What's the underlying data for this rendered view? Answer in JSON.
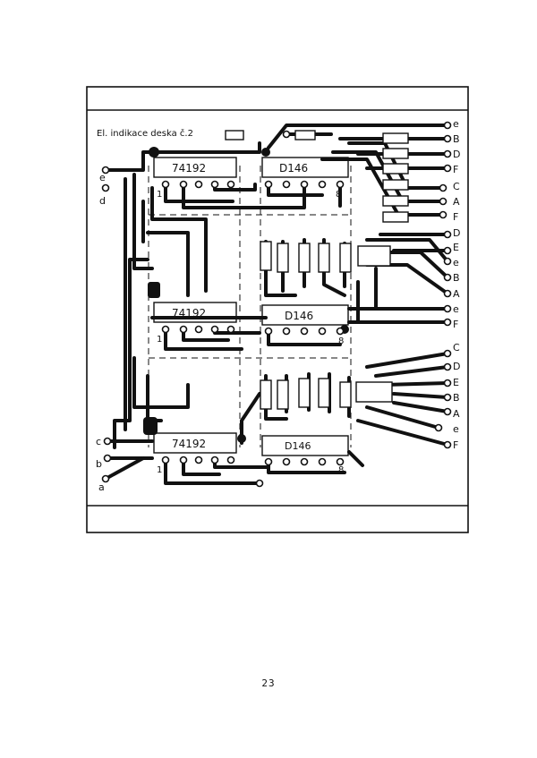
{
  "board": {
    "title": "El. indikace deska č.2",
    "chips": [
      {
        "id": "chip-1a",
        "text": "74192"
      },
      {
        "id": "chip-1b",
        "text": "D146"
      },
      {
        "id": "chip-2a",
        "text": "74192"
      },
      {
        "id": "chip-2b",
        "text": "D146"
      },
      {
        "id": "chip-3a",
        "text": "74192"
      },
      {
        "id": "chip-3b",
        "text": "D146"
      }
    ],
    "pin_marks": {
      "one": "1",
      "eight": "8"
    },
    "right_labels_top": [
      "e",
      "B",
      "D",
      "F",
      "C",
      "A",
      "F"
    ],
    "right_labels_mid": [
      "D",
      "E",
      "e",
      "B",
      "A",
      "e",
      "F"
    ],
    "right_labels_bottom": [
      "C",
      "D",
      "E",
      "B",
      "A",
      "e",
      "F"
    ],
    "left_labels_top": [
      "e",
      "d"
    ],
    "left_labels_bottom": [
      "c",
      "b",
      "a"
    ]
  },
  "page_number": "23"
}
